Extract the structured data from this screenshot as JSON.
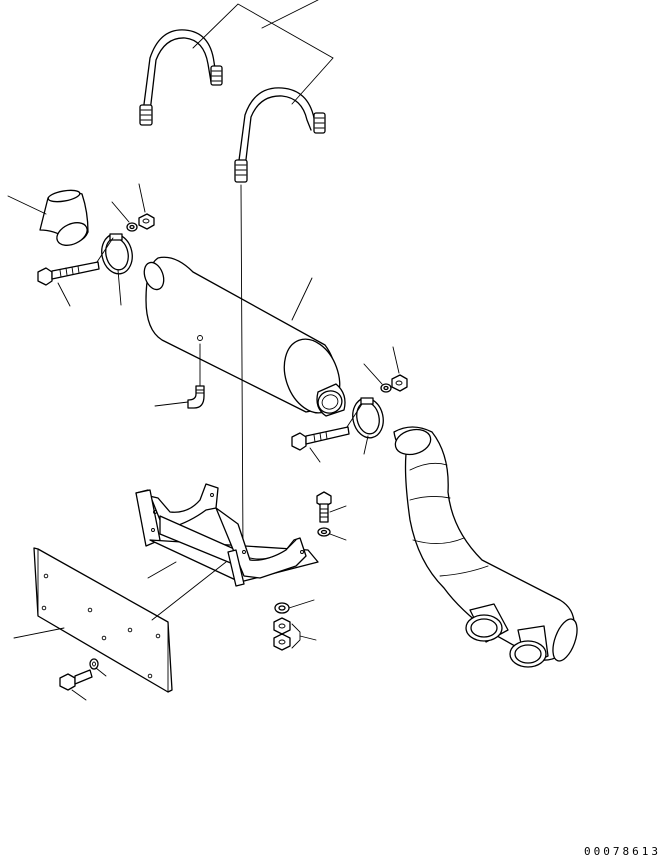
{
  "figure_number": "00078613",
  "colors": {
    "line": "#000000",
    "background": "#ffffff"
  },
  "parts": [
    "u-bolt-upper",
    "u-bolt-lower",
    "elbow-pipe",
    "flat-washer",
    "hex-nut",
    "band-clamp",
    "clamp-bolt",
    "muffler",
    "drain-fitting",
    "muffler-bracket",
    "mounting-plate",
    "tail-pipe",
    "bracket-bolt",
    "bracket-washer",
    "spring-washer",
    "double-nut",
    "plate-bolt"
  ]
}
